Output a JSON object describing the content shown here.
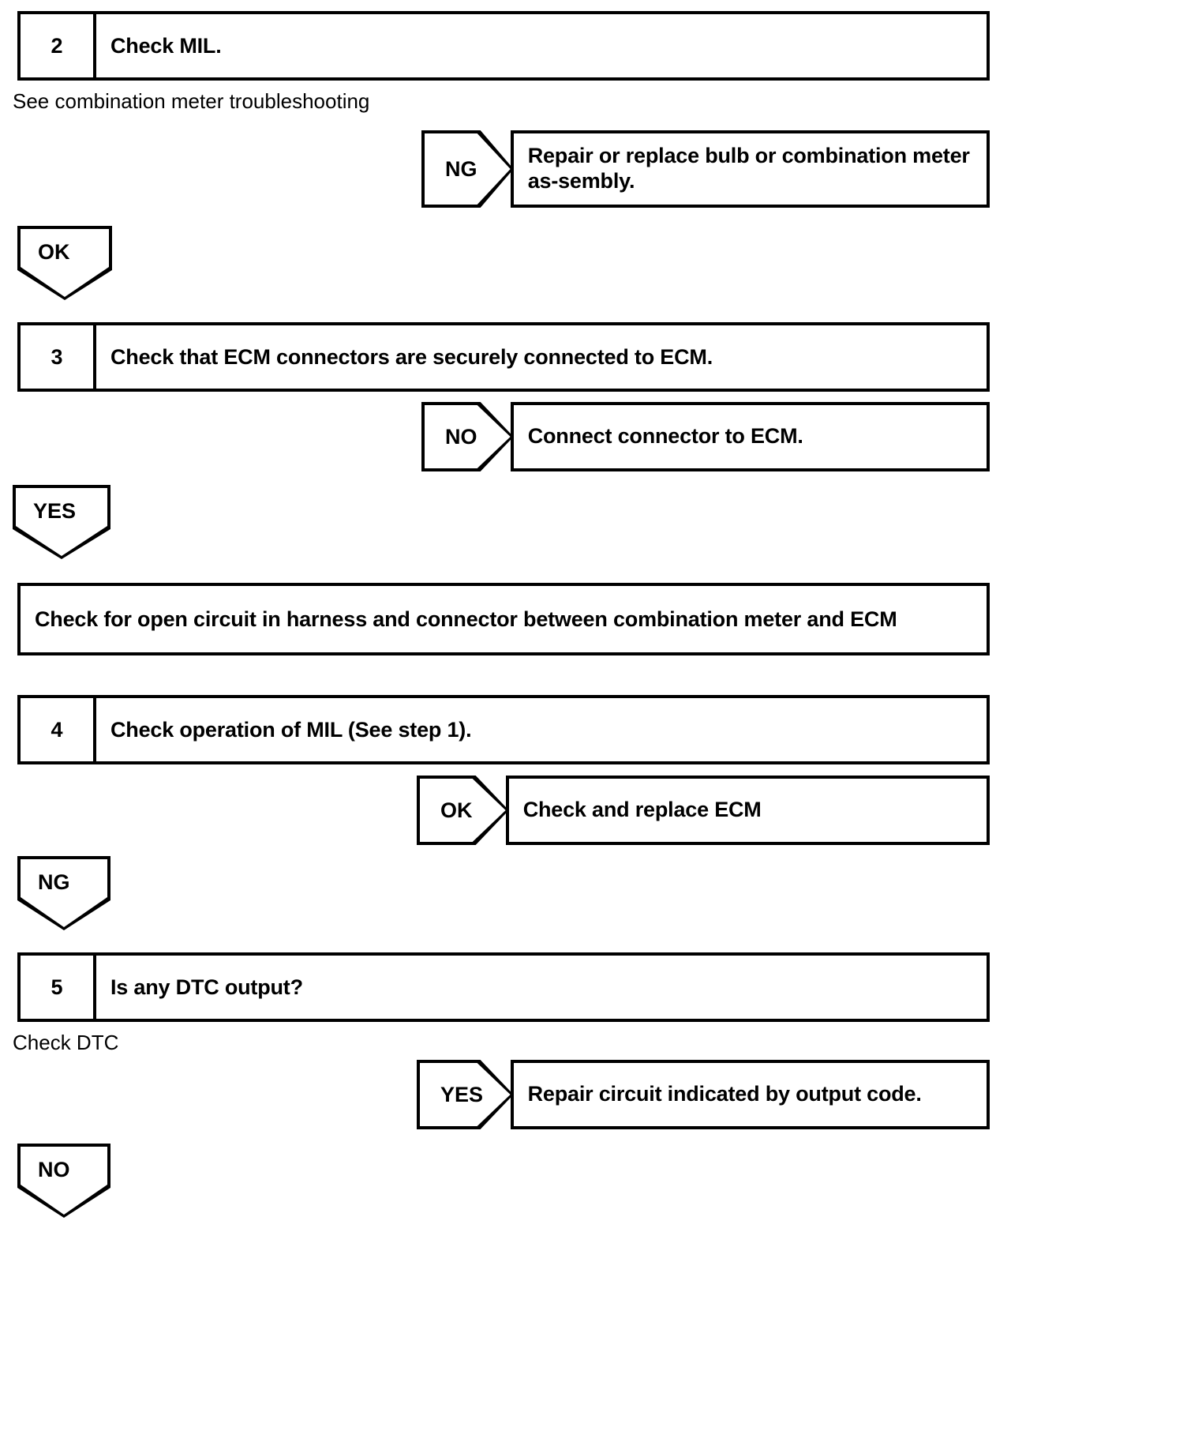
{
  "document": {
    "type": "troubleshooting-flowchart",
    "title": "MIL / ECM Troubleshooting Flow"
  },
  "steps": [
    {
      "number": "2",
      "title": "Check MIL.",
      "note": "See combination meter troubleshooting",
      "branch": {
        "label": "NG",
        "action": "Repair or replace bulb or combination meter as-sembly."
      },
      "continue": "OK"
    },
    {
      "number": "3",
      "title": "Check that ECM connectors are securely connected to ECM.",
      "note": "",
      "branch": {
        "label": "NO",
        "action": "Connect connector to ECM."
      },
      "continue": "YES"
    },
    {
      "number": "4",
      "title": "Check operation of MIL (See step 1).",
      "note": "",
      "branch": {
        "label": "OK",
        "action": "Check and replace ECM"
      },
      "continue": "NG"
    },
    {
      "number": "5",
      "title": "Is any DTC output?",
      "note": "Check DTC",
      "branch": {
        "label": "YES",
        "action": "Repair circuit indicated by output code."
      },
      "continue": "NO"
    }
  ],
  "interstitial": {
    "text": "Check for open circuit in harness and connector between combination meter and ECM"
  },
  "colors": {
    "ink": "#000000",
    "paper": "#ffffff"
  }
}
